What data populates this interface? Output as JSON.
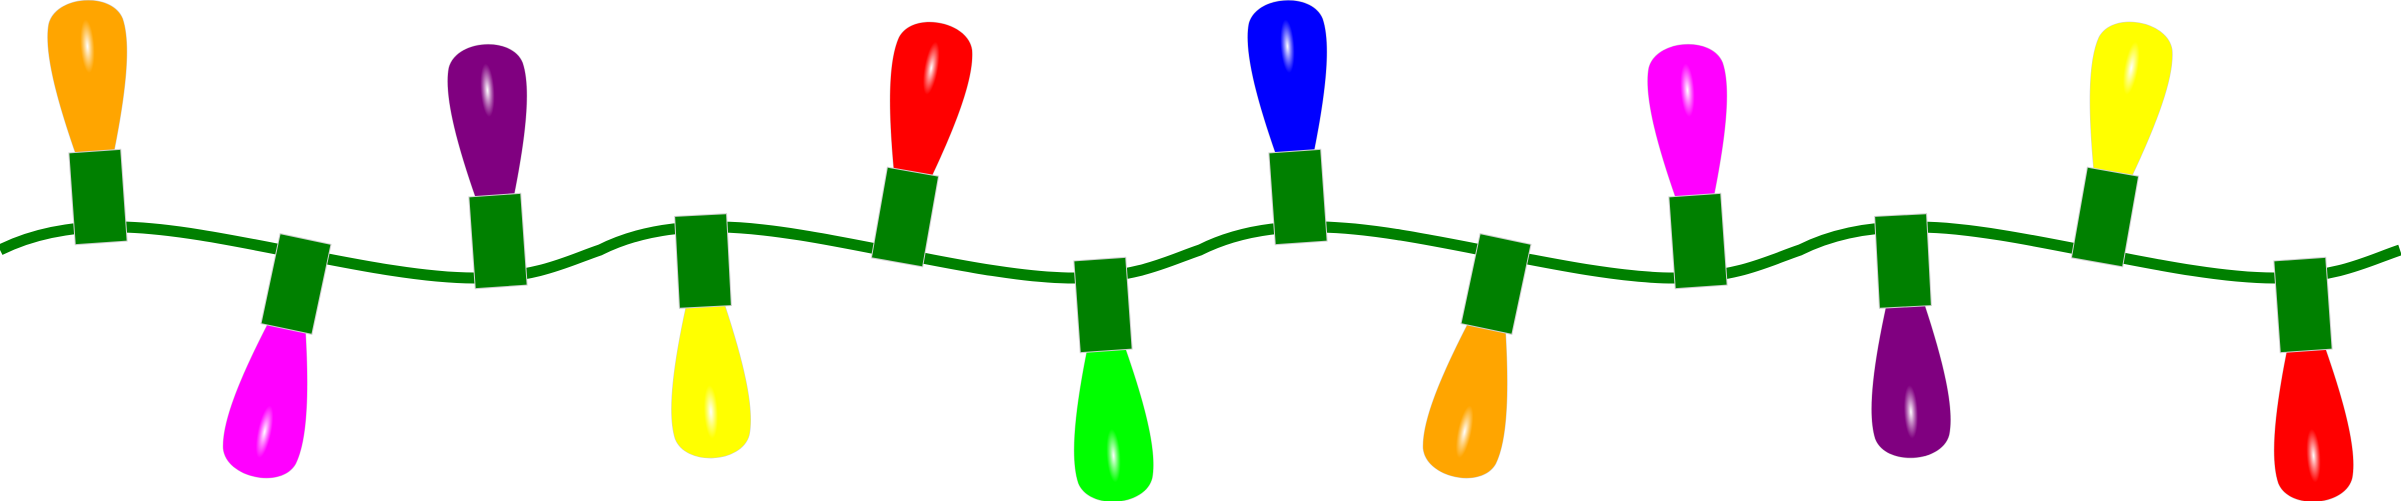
{
  "wire_color": "#008000",
  "socket_color": "#008000",
  "lights": [
    {
      "color": "#ffa500",
      "direction": "up"
    },
    {
      "color": "#ff00ff",
      "direction": "down"
    },
    {
      "color": "#800080",
      "direction": "up"
    },
    {
      "color": "#ffff00",
      "direction": "down"
    },
    {
      "color": "#ff0000",
      "direction": "up"
    },
    {
      "color": "#00ff00",
      "direction": "down"
    },
    {
      "color": "#0000ff",
      "direction": "up"
    },
    {
      "color": "#ffa500",
      "direction": "down"
    },
    {
      "color": "#ff00ff",
      "direction": "up"
    },
    {
      "color": "#800080",
      "direction": "down"
    },
    {
      "color": "#ffff00",
      "direction": "up"
    },
    {
      "color": "#ff0000",
      "direction": "down"
    }
  ]
}
